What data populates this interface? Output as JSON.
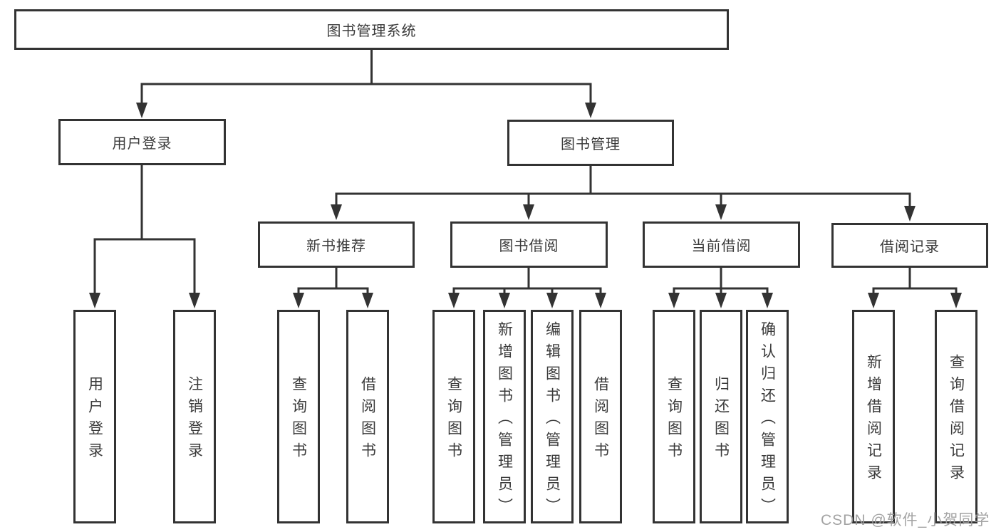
{
  "diagram": {
    "root": {
      "label": "图书管理系统"
    },
    "level2": [
      {
        "label": "用户登录"
      },
      {
        "label": "图书管理"
      }
    ],
    "level3": [
      {
        "label": "新书推荐",
        "parent": "图书管理"
      },
      {
        "label": "图书借阅",
        "parent": "图书管理"
      },
      {
        "label": "当前借阅",
        "parent": "图书管理"
      },
      {
        "label": "借阅记录",
        "parent": "图书管理"
      }
    ],
    "leaves": [
      {
        "label": "用户登录",
        "parent": "用户登录"
      },
      {
        "label": "注销登录",
        "parent": "用户登录"
      },
      {
        "label": "查询图书",
        "parent": "新书推荐"
      },
      {
        "label": "借阅图书",
        "parent": "新书推荐"
      },
      {
        "label": "查询图书",
        "parent": "图书借阅"
      },
      {
        "label": "新增图书（管理员）",
        "parent": "图书借阅"
      },
      {
        "label": "编辑图书（管理员）",
        "parent": "图书借阅"
      },
      {
        "label": "借阅图书",
        "parent": "图书借阅"
      },
      {
        "label": "查询图书",
        "parent": "当前借阅"
      },
      {
        "label": "归还图书",
        "parent": "当前借阅"
      },
      {
        "label": "确认归还（管理员）",
        "parent": "当前借阅"
      },
      {
        "label": "新增借阅记录",
        "parent": "借阅记录"
      },
      {
        "label": "查询借阅记录",
        "parent": "借阅记录"
      }
    ]
  },
  "watermark": {
    "text": "CSDN @软件_小贺同学"
  },
  "colors": {
    "line": "#333333",
    "box_border": "#333333",
    "text": "#3a3a3a",
    "background": "#ffffff",
    "watermark": "#9b9b9b"
  }
}
